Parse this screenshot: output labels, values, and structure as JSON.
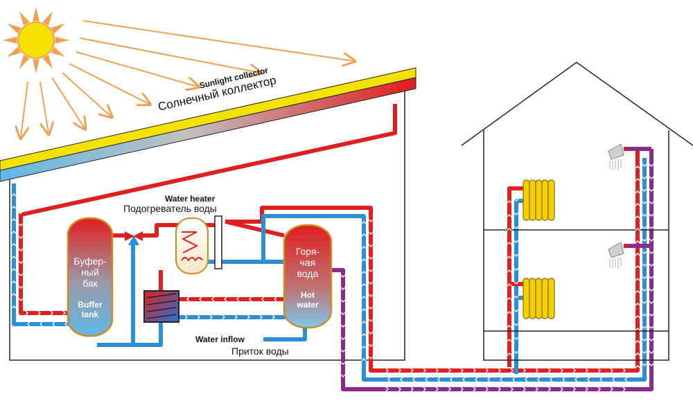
{
  "labels": {
    "collector_en": "Sunlight collector",
    "collector_ru": "Солнечный коллектор",
    "heater_en": "Water heater",
    "heater_ru": "Подогреватель воды",
    "buffer_ru_1": "Буфер-",
    "buffer_ru_2": "ный",
    "buffer_ru_3": "бак",
    "buffer_en_1": "Buffer",
    "buffer_en_2": "tank",
    "hot_ru_1": "Горя-",
    "hot_ru_2": "чая",
    "hot_ru_3": "вода",
    "hot_en_1": "Hot",
    "hot_en_2": "water",
    "inflow_en": "Water inflow",
    "inflow_ru": "Приток воды"
  },
  "colors": {
    "hot_pipe": "#e02020",
    "cold_pipe": "#2a8fd6",
    "purple_pipe": "#8a2a8a",
    "sun": "#f5e100",
    "sun_ray": "#f0a050",
    "roof_top": "#e02020",
    "roof_bottom": "#f5e100",
    "outline": "#222222"
  }
}
